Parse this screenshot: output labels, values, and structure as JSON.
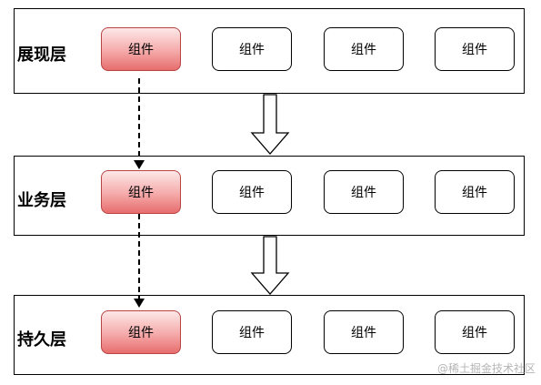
{
  "layers": [
    {
      "label": "展现层",
      "components": [
        "组件",
        "组件",
        "组件",
        "组件"
      ]
    },
    {
      "label": "业务层",
      "components": [
        "组件",
        "组件",
        "组件",
        "组件"
      ]
    },
    {
      "label": "持久层",
      "components": [
        "组件",
        "组件",
        "组件",
        "组件"
      ]
    }
  ],
  "highlight_color": "#f5a9a9",
  "watermark": "@稀土掘金技术社区"
}
